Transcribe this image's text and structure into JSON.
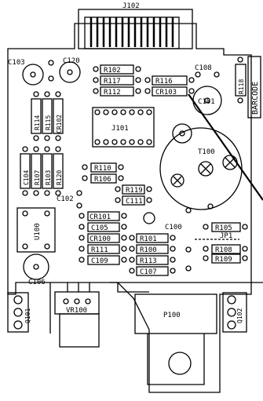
{
  "labels": {
    "connector": "J102",
    "barcode": "BARCODE",
    "ic": "J101",
    "transformer": "T100",
    "pot": "P100",
    "vreg": "VR100",
    "cap_c103": "C103",
    "cap_c120": "C120",
    "cap_c108": "C108",
    "cap_c101": "C101",
    "cap_c102": "C102",
    "cap_c100": "C100",
    "cap_c106": "C106",
    "res_r102": "R102",
    "res_r117": "R117",
    "res_r112": "R112",
    "res_r116": "R116",
    "res_cr103": "CR103",
    "res_r118": "R118",
    "res_r114": "R114",
    "res_r115": "R115",
    "res_cr102": "CR102",
    "res_c104": "C104",
    "res_r107": "R107",
    "res_r103": "R103",
    "res_r120": "R120",
    "res_r110": "R110",
    "res_r106": "R106",
    "res_r119": "R119",
    "res_c111": "C111",
    "block_u100": "U100",
    "res_cr101": "CR101",
    "res_c105": "C105",
    "res_cr100": "CR100",
    "res_r111": "R111",
    "res_c109": "C109",
    "res_r101": "R101",
    "res_r100": "R100",
    "res_r113": "R113",
    "res_c107": "C107",
    "res_r105": "R105",
    "jumper": "JP1",
    "res_r108": "R108",
    "res_r109": "R109",
    "q101": "Q101",
    "q102": "Q102"
  }
}
